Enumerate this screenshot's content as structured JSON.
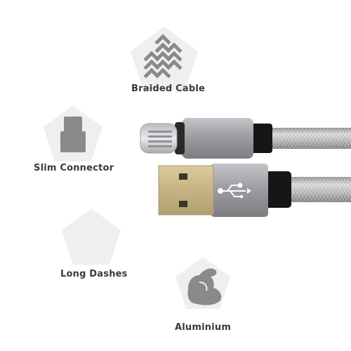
{
  "features": [
    {
      "key": "braided",
      "label": "Braided Cable",
      "icon": "braided-chevrons-icon"
    },
    {
      "key": "slim",
      "label": "Slim Connector",
      "icon": "slim-connector-icon"
    },
    {
      "key": "dashes",
      "label": "Long Dashes",
      "icon": "empty-pentagon-icon"
    },
    {
      "key": "aluminium",
      "label": "Aluminium",
      "icon": "flexed-arm-icon"
    }
  ],
  "product": {
    "name": "usb-to-lightning-braided-cable"
  },
  "colors": {
    "label_text": "#3a3a3a",
    "pentagon_fill": "#efefef",
    "icon_gray": "#8a8a8a",
    "housing_silver": "#a9aaad",
    "braid_gray": "#b9b9b9",
    "usb_gold": "#c9b889"
  }
}
